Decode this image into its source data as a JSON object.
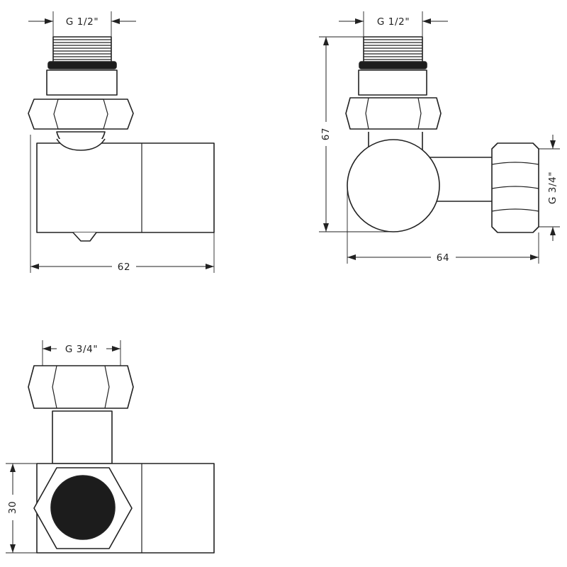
{
  "labels": {
    "front_top_thread": "G 1/2\"",
    "front_width": "62",
    "side_top_thread": "G 1/2\"",
    "side_height": "67",
    "side_right_thread": "G 3/4\"",
    "side_width": "64",
    "bottom_thread": "G 3/4\"",
    "bottom_height": "30"
  },
  "colors": {
    "line": "#222222",
    "outlet": "#1c1c1c",
    "background": "#ffffff"
  }
}
